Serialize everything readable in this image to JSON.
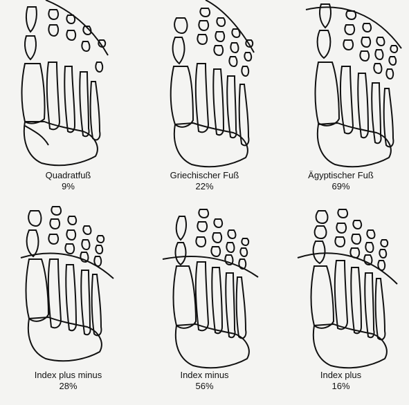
{
  "figure": {
    "panels": [
      {
        "label": "Quadratfuß",
        "percent": "9%"
      },
      {
        "label": "Griechischer Fuß",
        "percent": "22%"
      },
      {
        "label": "Ägyptischer Fuß",
        "percent": "69%"
      },
      {
        "label": "Index plus minus",
        "percent": "28%"
      },
      {
        "label": "Index minus",
        "percent": "56%"
      },
      {
        "label": "Index plus",
        "percent": "16%"
      }
    ]
  }
}
